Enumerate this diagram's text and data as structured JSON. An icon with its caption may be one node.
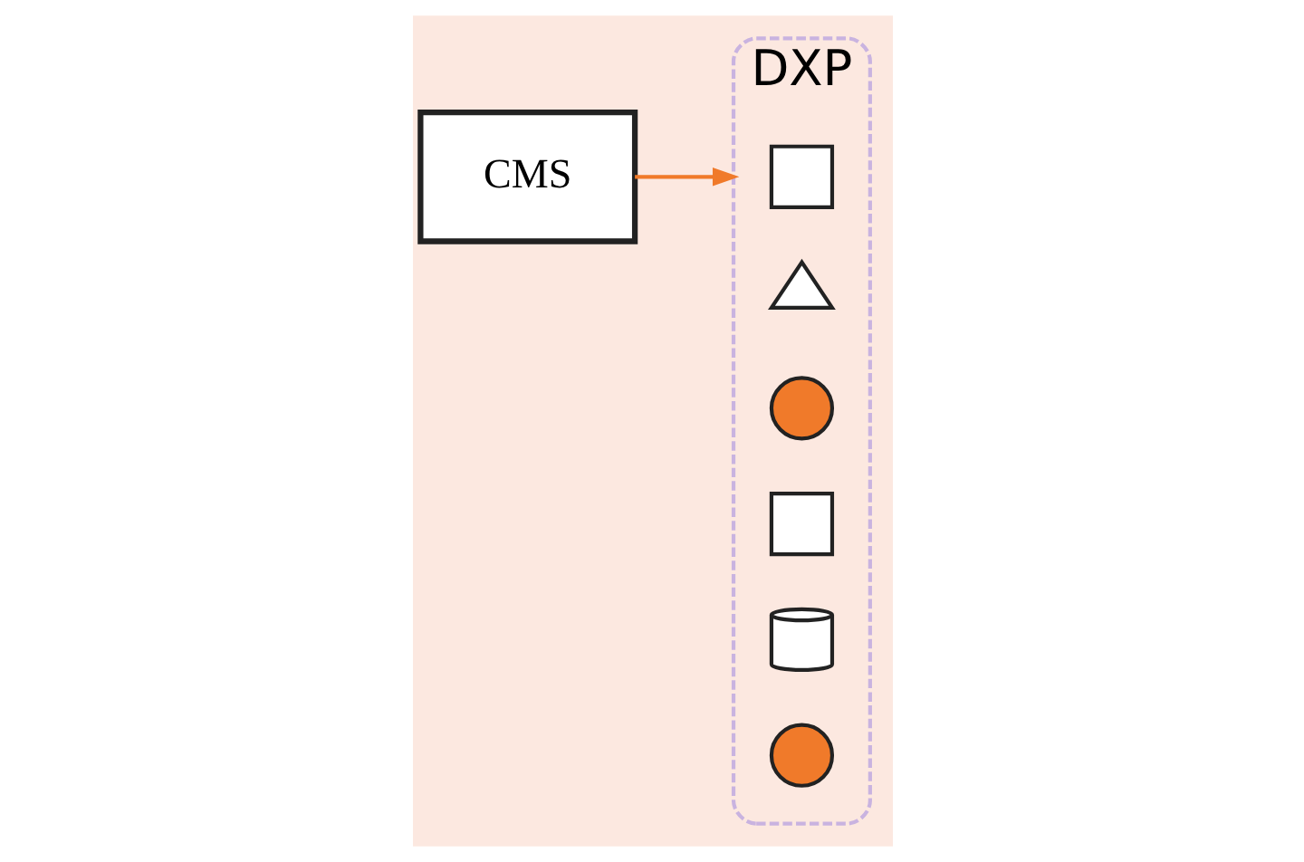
{
  "diagram": {
    "nodes": [
      {
        "text": [
          "CMS"
        ]
      },
      {
        "text": [
          "DXP"
        ]
      },
      {
        "text": [],
        "shape": "box",
        "in": 1
      },
      {
        "text": [],
        "shape": "triangle",
        "in": 1
      },
      {
        "text": [],
        "shape": "circle",
        "in": 1
      },
      {
        "text": [],
        "shape": "box",
        "in": 1
      },
      {
        "text": [],
        "shape": "cylinder",
        "in": 1
      },
      {
        "text": [],
        "shape": "circle",
        "in": 1
      }
    ],
    "edges": [
      {
        "from": 0,
        "to": 1,
        "arrow": "to",
        "color": "#f07a2a"
      }
    ]
  }
}
